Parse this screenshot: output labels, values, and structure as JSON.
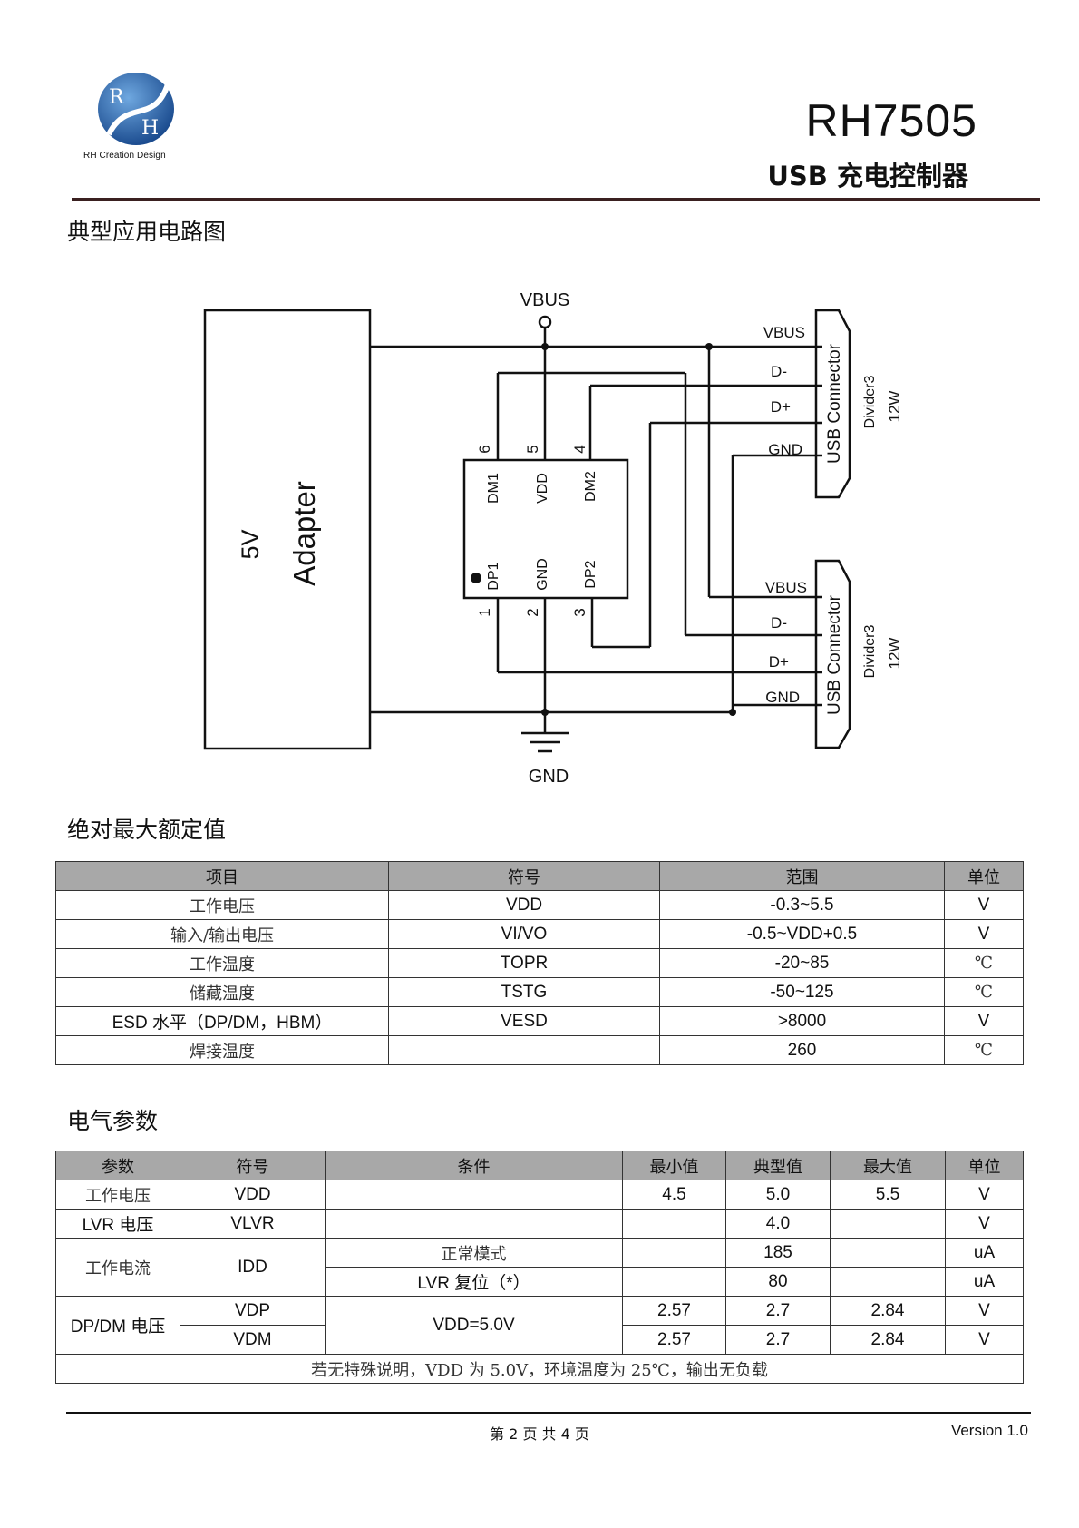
{
  "header": {
    "logo_letters": [
      "R",
      "H"
    ],
    "logo_caption": "RH Creation Design",
    "model": "RH7505",
    "subtitle": "USB 充电控制器"
  },
  "sections": {
    "circuit_title": "典型应用电路图",
    "abs_title": "绝对最大额定值",
    "elec_title": "电气参数"
  },
  "circuit": {
    "vbus_top": "VBUS",
    "gnd_bottom": "GND",
    "adapter_voltage": "5V",
    "adapter_label": "Adapter",
    "ic_pins_top": [
      {
        "num": "6",
        "name": "DM1"
      },
      {
        "num": "5",
        "name": "VDD"
      },
      {
        "num": "4",
        "name": "DM2"
      }
    ],
    "ic_pins_bottom": [
      {
        "num": "1",
        "name": "DP1"
      },
      {
        "num": "2",
        "name": "GND"
      },
      {
        "num": "3",
        "name": "DP2"
      }
    ],
    "connector_pins": [
      "VBUS",
      "D-",
      "D+",
      "GND"
    ],
    "connector_name": "USB Connector",
    "connector_note": "Divider3",
    "connector_power": "12W"
  },
  "abs_table": {
    "headers": [
      "项目",
      "符号",
      "范围",
      "单位"
    ],
    "rows": [
      [
        "工作电压",
        "VDD",
        "-0.3~5.5",
        "V"
      ],
      [
        "输入/输出电压",
        "VI/VO",
        "-0.5~VDD+0.5",
        "V"
      ],
      [
        "工作温度",
        "TOPR",
        "-20~85",
        "℃"
      ],
      [
        "储藏温度",
        "TSTG",
        "-50~125",
        "℃"
      ],
      [
        "ESD 水平（DP/DM，HBM）",
        "VESD",
        ">8000",
        "V"
      ],
      [
        "焊接温度",
        "",
        "260",
        "℃"
      ]
    ]
  },
  "elec_table": {
    "headers": [
      "参数",
      "符号",
      "条件",
      "最小值",
      "典型值",
      "最大值",
      "单位"
    ],
    "vdd": {
      "param": "工作电压",
      "symbol": "VDD",
      "cond": "",
      "min": "4.5",
      "typ": "5.0",
      "max": "5.5",
      "unit": "V"
    },
    "lvr": {
      "param": "LVR 电压",
      "symbol": "VLVR",
      "cond": "",
      "min": "",
      "typ": "4.0",
      "max": "",
      "unit": "V"
    },
    "idd": {
      "param": "工作电流",
      "symbol": "IDD",
      "rows": [
        {
          "cond": "正常模式",
          "min": "",
          "typ": "185",
          "max": "",
          "unit": "uA"
        },
        {
          "cond": "LVR 复位（*）",
          "min": "",
          "typ": "80",
          "max": "",
          "unit": "uA"
        }
      ]
    },
    "dpdm": {
      "param": "DP/DM 电压",
      "cond": "VDD=5.0V",
      "rows": [
        {
          "symbol": "VDP",
          "min": "2.57",
          "typ": "2.7",
          "max": "2.84",
          "unit": "V"
        },
        {
          "symbol": "VDM",
          "min": "2.57",
          "typ": "2.7",
          "max": "2.84",
          "unit": "V"
        }
      ]
    },
    "note": "若无特殊说明，VDD 为 5.0V，环境温度为 25℃，输出无负载"
  },
  "footer": {
    "page": "第 2 页 共 4 页",
    "version": "Version 1.0"
  },
  "colors": {
    "logo_blue": "#1d5fa6",
    "header_rule": "#3a2020",
    "table_header_bg": "#a8a8a8"
  }
}
